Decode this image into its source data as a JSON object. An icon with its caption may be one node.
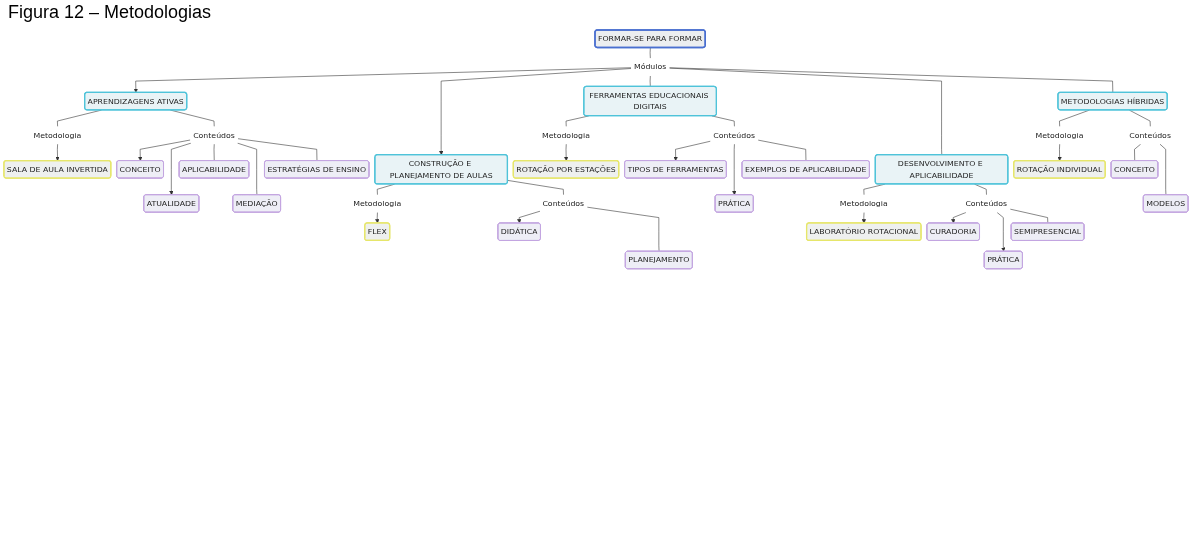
{
  "diagram": {
    "title": "Figura 12 – Metodologias",
    "nodes": [
      {
        "text": [
          "FORMAR-SE PARA FORMAR"
        ]
      },
      {
        "text": [
          "Módulos"
        ]
      },
      {
        "text": [
          "APRENDIZAGENS ATIVAS"
        ]
      },
      {
        "text": [
          "CONSTRUÇÃO E PLANEJAMENTO DE AULAS"
        ]
      },
      {
        "text": [
          "FERRAMENTAS EDUCACIONAIS DIGITAIS"
        ]
      },
      {
        "text": [
          "DESENVOLVIMENTO E APLICABILIDADE"
        ]
      },
      {
        "text": [
          "METODOLOGIAS HÍBRIDAS"
        ]
      },
      {
        "text": [
          "Metodologia"
        ]
      },
      {
        "text": [
          "SALA DE AULA INVERTIDA"
        ]
      },
      {
        "text": [
          "Conteúdos"
        ]
      },
      {
        "text": [
          "CONCEITO"
        ]
      },
      {
        "text": [
          "ATUALIDADE"
        ]
      },
      {
        "text": [
          "APLICABILIDADE"
        ]
      },
      {
        "text": [
          "MEDIAÇÃO"
        ]
      },
      {
        "text": [
          "ESTRATÉGIAS DE ENSINO"
        ]
      },
      {
        "text": [
          "Metodologia"
        ]
      },
      {
        "text": [
          "ROTAÇÃO POR ESTAÇÕES"
        ]
      },
      {
        "text": [
          "Conteúdos"
        ]
      },
      {
        "text": [
          "TIPOS DE FERRAMENTAS"
        ]
      },
      {
        "text": [
          "PRÁTICA"
        ]
      },
      {
        "text": [
          "EXEMPLOS DE APLICABILIDADE"
        ]
      },
      {
        "text": [
          "Metodologia"
        ]
      },
      {
        "text": [
          "FLEX"
        ]
      },
      {
        "text": [
          "Conteúdos"
        ]
      },
      {
        "text": [
          "DIDÁTICA"
        ]
      },
      {
        "text": [
          "PLANEJAMENTO"
        ]
      },
      {
        "text": [
          "Metodologia"
        ]
      },
      {
        "text": [
          "LABORATÓRIO ROTACIONAL"
        ]
      },
      {
        "text": [
          "Conteúdos"
        ]
      },
      {
        "text": [
          "CURADORIA"
        ]
      },
      {
        "text": [
          "PRÁTICA"
        ]
      },
      {
        "text": [
          "SEMIPRESENCIAL"
        ]
      },
      {
        "text": [
          "Metodologia"
        ]
      },
      {
        "text": [
          "ROTAÇÃO INDIVIDUAL"
        ]
      },
      {
        "text": [
          "Conteúdos"
        ]
      },
      {
        "text": [
          "CONCEITO"
        ]
      },
      {
        "text": [
          "MODELOS"
        ]
      }
    ],
    "edges": [
      {
        "from": 0,
        "to": 1,
        "arrow": "none"
      },
      {
        "from": 1,
        "to": 2,
        "arrow": "to"
      },
      {
        "from": 1,
        "to": 3,
        "arrow": "to"
      },
      {
        "from": 1,
        "to": 4,
        "arrow": "none"
      },
      {
        "from": 1,
        "to": 5,
        "arrow": "none"
      },
      {
        "from": 1,
        "to": 6,
        "arrow": "none"
      },
      {
        "from": 2,
        "to": 7,
        "arrow": "none"
      },
      {
        "from": 7,
        "to": 8,
        "arrow": "to"
      },
      {
        "from": 2,
        "to": 9,
        "arrow": "none"
      },
      {
        "from": 9,
        "to": 10,
        "arrow": "to"
      },
      {
        "from": 9,
        "to": 11,
        "arrow": "to"
      },
      {
        "from": 9,
        "to": 12,
        "arrow": "none"
      },
      {
        "from": 9,
        "to": 13,
        "arrow": "none"
      },
      {
        "from": 9,
        "to": 14,
        "arrow": "none"
      },
      {
        "from": 4,
        "to": 15,
        "arrow": "none"
      },
      {
        "from": 15,
        "to": 16,
        "arrow": "to"
      },
      {
        "from": 4,
        "to": 17,
        "arrow": "none"
      },
      {
        "from": 17,
        "to": 18,
        "arrow": "to"
      },
      {
        "from": 17,
        "to": 19,
        "arrow": "to"
      },
      {
        "from": 17,
        "to": 20,
        "arrow": "none"
      },
      {
        "from": 3,
        "to": 21,
        "arrow": "none"
      },
      {
        "from": 21,
        "to": 22,
        "arrow": "to"
      },
      {
        "from": 3,
        "to": 23,
        "arrow": "none"
      },
      {
        "from": 23,
        "to": 24,
        "arrow": "to"
      },
      {
        "from": 23,
        "to": 25,
        "arrow": "none"
      },
      {
        "from": 5,
        "to": 26,
        "arrow": "none"
      },
      {
        "from": 26,
        "to": 27,
        "arrow": "to"
      },
      {
        "from": 5,
        "to": 28,
        "arrow": "none"
      },
      {
        "from": 28,
        "to": 29,
        "arrow": "to"
      },
      {
        "from": 28,
        "to": 30,
        "arrow": "to"
      },
      {
        "from": 28,
        "to": 31,
        "arrow": "none"
      },
      {
        "from": 6,
        "to": 32,
        "arrow": "none"
      },
      {
        "from": 32,
        "to": 33,
        "arrow": "to"
      },
      {
        "from": 6,
        "to": 34,
        "arrow": "none"
      },
      {
        "from": 34,
        "to": 35,
        "arrow": "none"
      },
      {
        "from": 34,
        "to": 36,
        "arrow": "none"
      }
    ]
  }
}
